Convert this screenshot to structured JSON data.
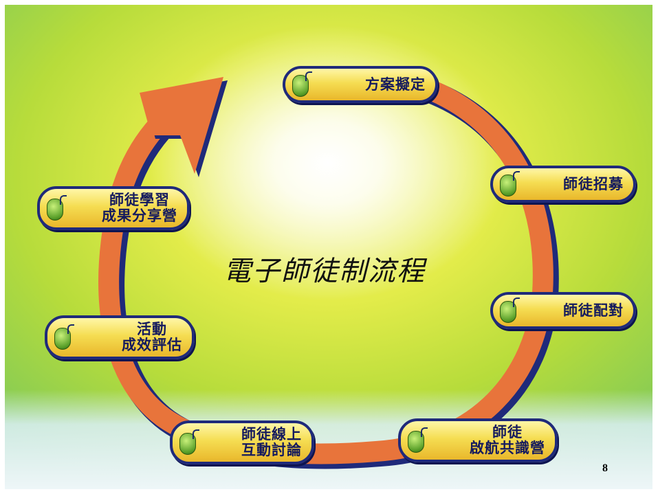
{
  "title": "電子師徒制流程",
  "page_number": "8",
  "steps": [
    {
      "label_lines": [
        "方案擬定"
      ]
    },
    {
      "label_lines": [
        "師徒招募"
      ]
    },
    {
      "label_lines": [
        "師徒配對"
      ]
    },
    {
      "label_lines": [
        "師徒",
        "啟航共識營"
      ]
    },
    {
      "label_lines": [
        "師徒線上",
        "互動討論"
      ]
    },
    {
      "label_lines": [
        "活動",
        "成效評估"
      ]
    },
    {
      "label_lines": [
        "師徒學習",
        "成果分享營"
      ]
    }
  ],
  "icons": {
    "step_icon": "computer-mouse-icon",
    "cycle_arrow": "circular-arrow"
  },
  "colors": {
    "arrow": "#e8743b",
    "arrow_shadow": "#1f2a7a",
    "pill_fill": "#f5dd52",
    "pill_border": "#1f2a7a",
    "label_text": "#141a5e"
  }
}
